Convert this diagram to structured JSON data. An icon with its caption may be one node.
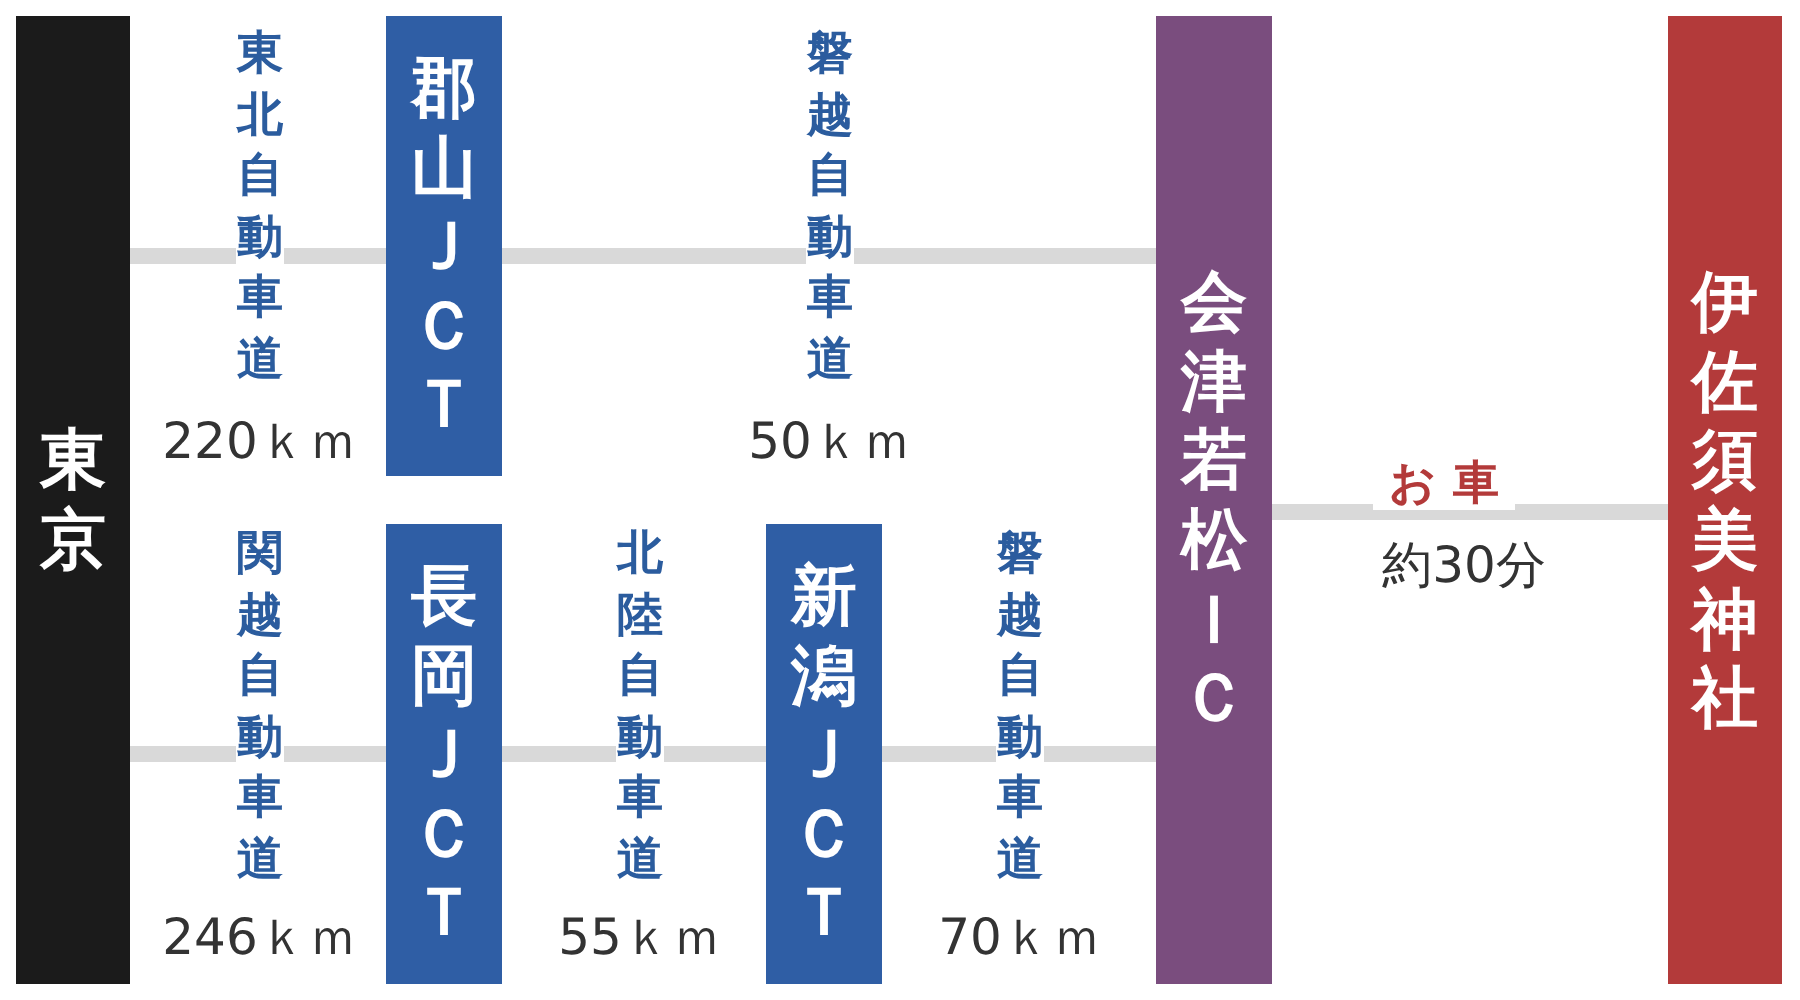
{
  "diagram": {
    "nodes": [
      {
        "text": [
          "東京"
        ]
      },
      {
        "text": [
          "郡山ＪＣＴ"
        ]
      },
      {
        "text": [
          "長岡ＪＣＴ"
        ]
      },
      {
        "text": [
          "新潟ＪＣＴ"
        ]
      },
      {
        "text": [
          "会津若松ＩＣ"
        ]
      },
      {
        "text": [
          "伊佐須美神社"
        ]
      }
    ],
    "edges": [
      {
        "from": 0,
        "to": 1,
        "arrow": "none",
        "label": "東北自動車道"
      },
      {
        "from": 1,
        "to": 4,
        "arrow": "none",
        "label": "磐越自動車道"
      },
      {
        "from": 0,
        "to": 2,
        "arrow": "none",
        "label": "関越自動車道"
      },
      {
        "from": 2,
        "to": 3,
        "arrow": "none",
        "label": "北陸自動車道"
      },
      {
        "from": 3,
        "to": 4,
        "arrow": "none",
        "label": "磐越自動車道"
      },
      {
        "from": 4,
        "to": 5,
        "arrow": "none",
        "label": "お車"
      }
    ],
    "labels": [
      "220ｋｍ",
      "50ｋｍ",
      "246ｋｍ",
      "55ｋｍ",
      "70ｋｍ",
      "約30分"
    ]
  }
}
